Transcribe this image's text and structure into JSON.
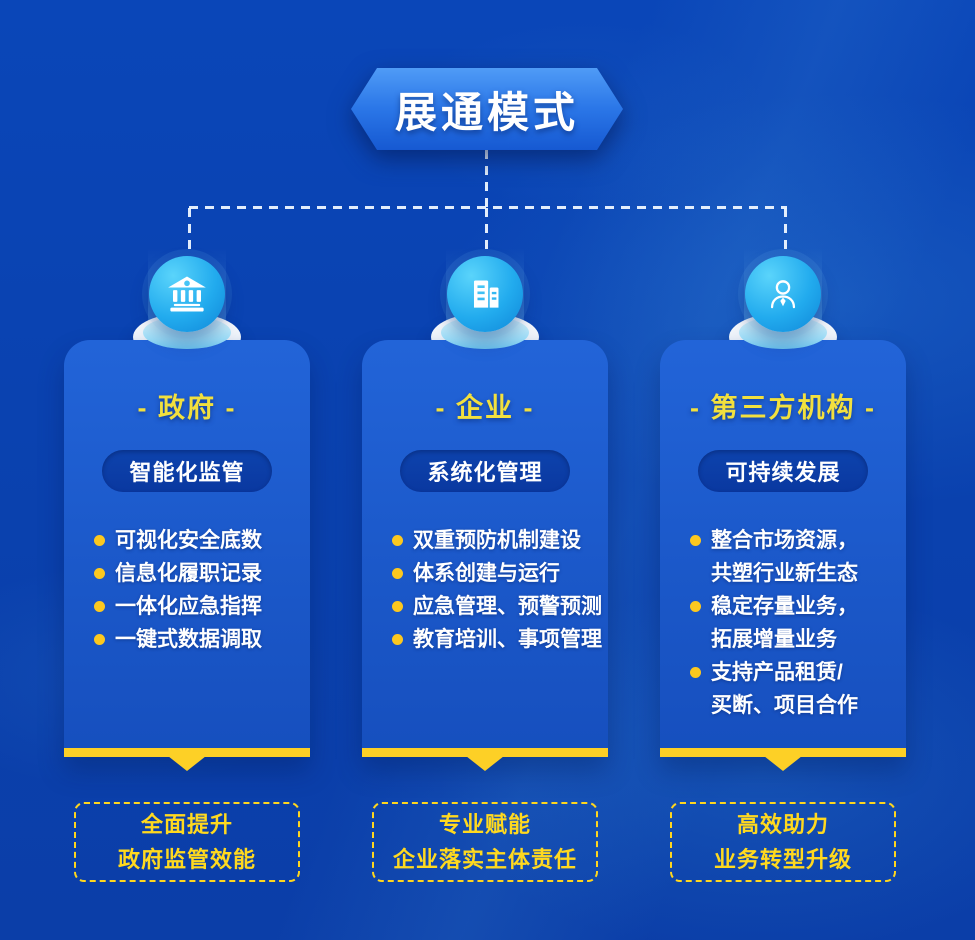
{
  "title": "展通模式",
  "colors": {
    "background_blue": "#0a44b4",
    "card_blue": "#1d5ccd",
    "pill_navy": "#0a3aa0",
    "accent_yellow": "#fdd026",
    "heading_yellow": "#f2e03e",
    "icon_circle_cyan": "#22abee",
    "dashed_line_white": "#eef6ff"
  },
  "columns": [
    {
      "id": "government",
      "icon": "bank-icon",
      "heading": "- 政府 -",
      "pill": "智能化监管",
      "bullets": [
        "可视化安全底数",
        "信息化履职记录",
        "一体化应急指挥",
        "一键式数据调取"
      ],
      "footer": "全面提升\n政府监管效能"
    },
    {
      "id": "enterprise",
      "icon": "buildings-icon",
      "heading": "- 企业 -",
      "pill": "系统化管理",
      "bullets": [
        "双重预防机制建设",
        "体系创建与运行",
        "应急管理、预警预测",
        "教育培训、事项管理"
      ],
      "footer": "专业赋能\n企业落实主体责任"
    },
    {
      "id": "third-party",
      "icon": "person-icon",
      "heading": "- 第三方机构 -",
      "pill": "可持续发展",
      "bullets": [
        "整合市场资源，\n共塑行业新生态",
        "稳定存量业务，\n拓展增量业务",
        "支持产品租赁/\n买断、项目合作"
      ],
      "footer": "高效助力\n业务转型升级"
    }
  ]
}
